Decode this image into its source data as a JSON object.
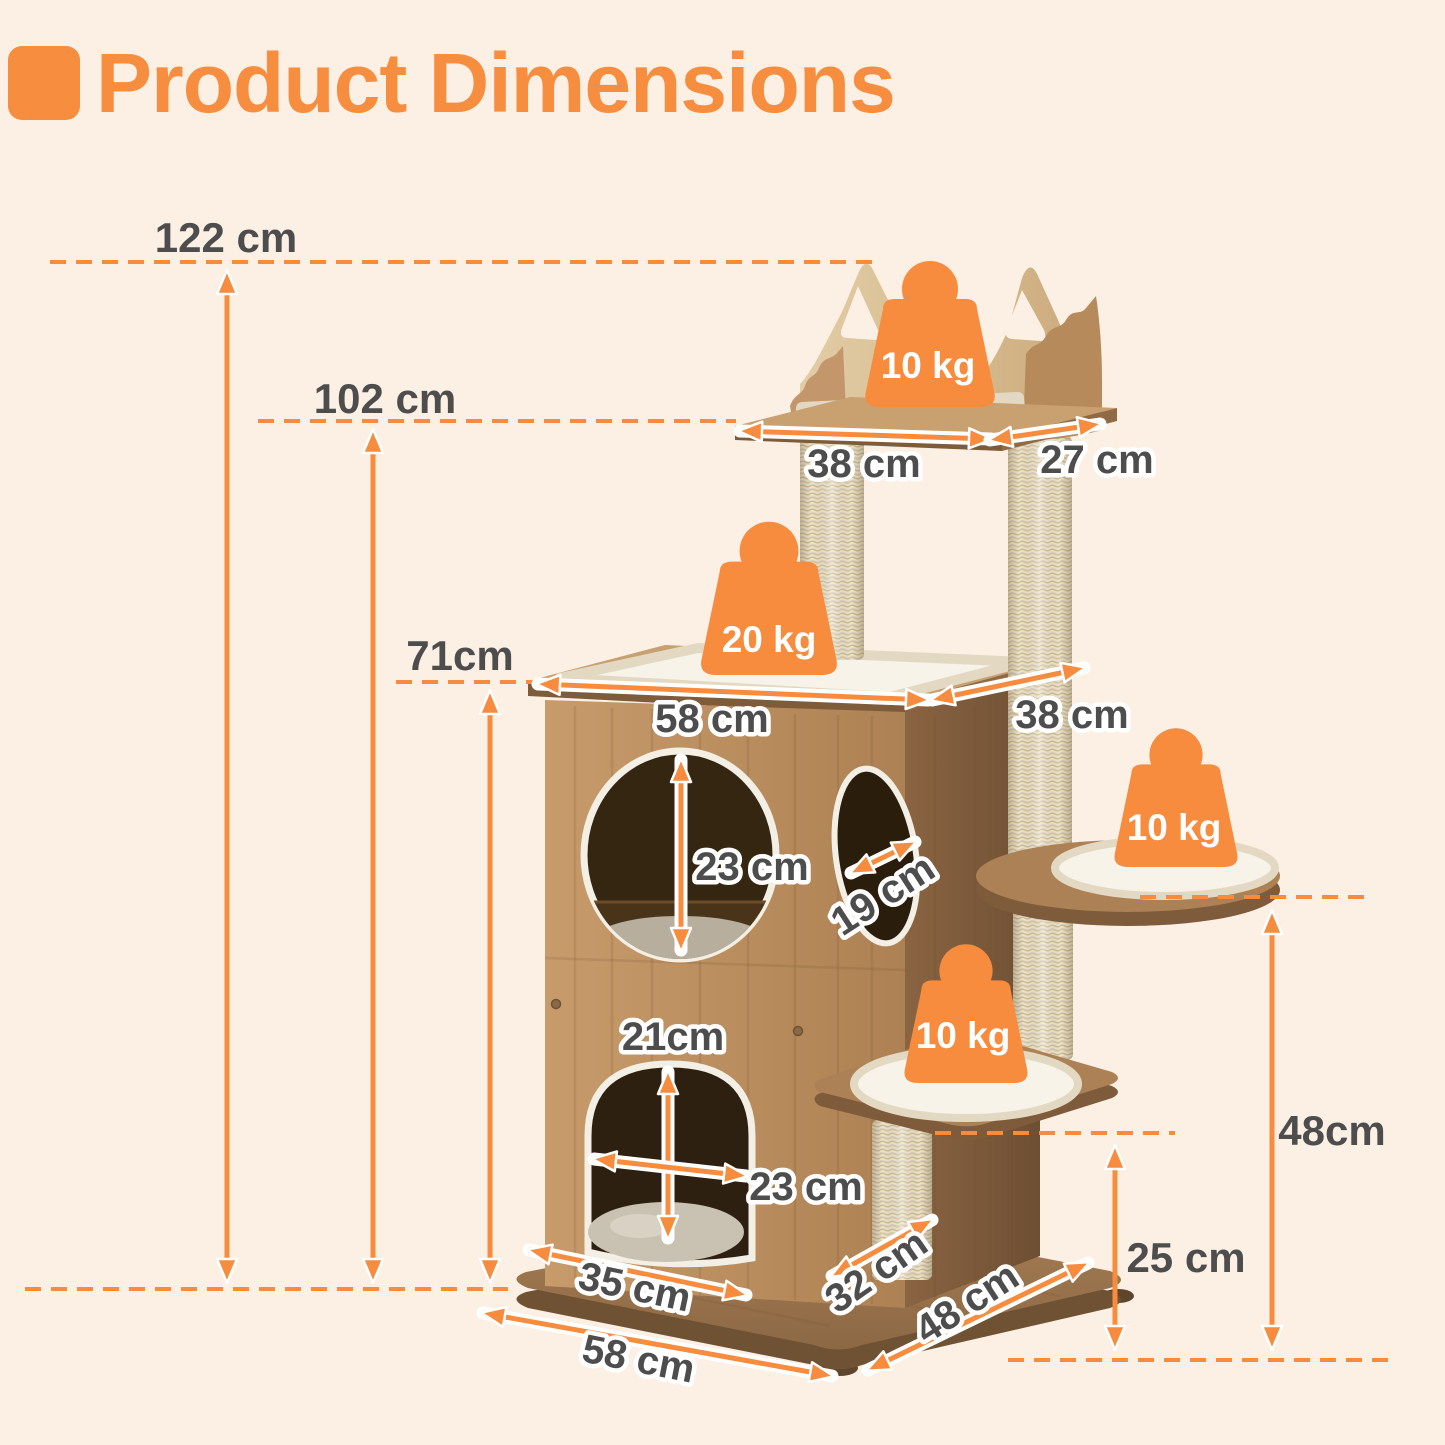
{
  "header": {
    "title": "Product Dimensions"
  },
  "colors": {
    "accent": "#F78C3E",
    "background": "#FCEFE4",
    "label_text": "#4D4D4D"
  },
  "dimensions": {
    "total_height": "122 cm",
    "perch_height": "102 cm",
    "house_height": "71cm",
    "top_perch_width": "38 cm",
    "top_perch_depth": "27 cm",
    "house_top_width": "58 cm",
    "house_top_depth": "38 cm",
    "front_hole_diameter": "23 cm",
    "side_hole_diameter": "19 cm",
    "arch_door_height": "21cm",
    "arch_door_width": "23 cm",
    "house_base_width": "35 cm",
    "house_base_depth": "32 cm",
    "base_width": "58 cm",
    "base_depth": "48 cm",
    "side_platform_height": "48cm",
    "lower_platform_height": "25 cm"
  },
  "weights": {
    "top_perch": "10 kg",
    "house_roof": "20 kg",
    "side_platform": "10 kg",
    "lower_platform": "10 kg"
  }
}
